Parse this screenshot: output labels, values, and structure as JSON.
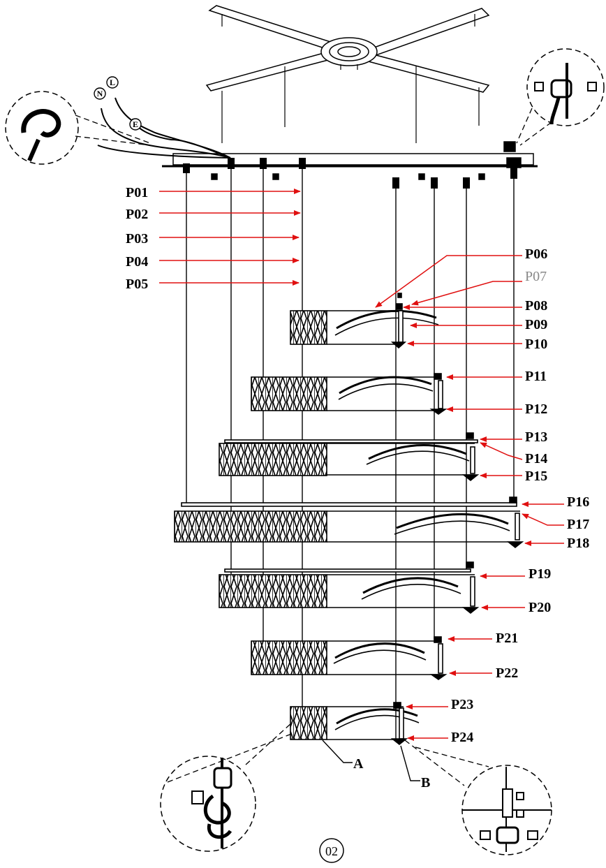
{
  "colors": {
    "line": "#000000",
    "arrow": "#e01010",
    "gray_label": "#888888"
  },
  "wiring": {
    "n": "N",
    "l": "L",
    "e": "E"
  },
  "labels_left": [
    "P01",
    "P02",
    "P03",
    "P04",
    "P05"
  ],
  "labels_right": [
    "P06",
    "P07",
    "P08",
    "P09",
    "P10",
    "P11",
    "P12",
    "P13",
    "P14",
    "P15",
    "P16",
    "P17",
    "P18",
    "P19",
    "P20",
    "P21",
    "P22",
    "P23",
    "P24"
  ],
  "callouts": {
    "a": "A",
    "b": "B"
  },
  "figure_number": "02"
}
